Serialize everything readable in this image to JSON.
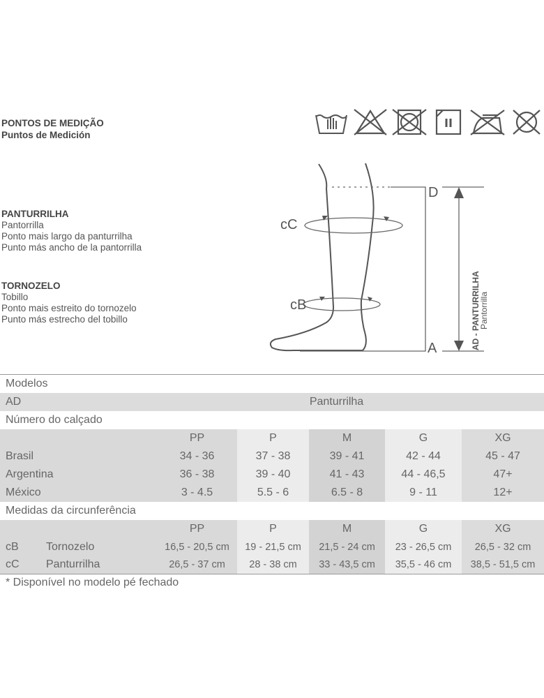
{
  "header": {
    "title": "PONTOS DE MEDIÇÃO",
    "subtitle": "Puntos de Medición"
  },
  "care_icons": [
    "hand-wash-icon",
    "no-bleach-icon",
    "no-tumble-dry-icon",
    "dry-flat-icon",
    "no-iron-icon",
    "no-dry-clean-icon"
  ],
  "points": [
    {
      "title": "PANTURRILHA",
      "es": "Pantorrilla",
      "desc_pt": "Ponto mais largo da panturrilha",
      "desc_es": "Punto más ancho de la pantorrilla"
    },
    {
      "title": "TORNOZELO",
      "es": "Tobillo",
      "desc_pt": "Ponto mais estreito do tornozelo",
      "desc_es": "Punto más estrecho del tobillo"
    }
  ],
  "diagram": {
    "cC": "cC",
    "cB": "cB",
    "D": "D",
    "A": "A",
    "measure_label": "AD - PANTURRILHA",
    "measure_label_es": "Pantorrilla"
  },
  "table": {
    "models_label": "Modelos",
    "model_code": "AD",
    "model_name": "Panturrilha",
    "shoe_label": "Número do calçado",
    "sizes": [
      "PP",
      "P",
      "M",
      "G",
      "XG"
    ],
    "shoe_rows": [
      {
        "label": "Brasil",
        "values": [
          "34 - 36",
          "37 - 38",
          "39 - 41",
          "42 - 44",
          "45 - 47"
        ]
      },
      {
        "label": "Argentina",
        "values": [
          "36 - 38",
          "39 - 40",
          "41 - 43",
          "44 - 46,5",
          "47+"
        ]
      },
      {
        "label": "México",
        "values": [
          "3 - 4.5",
          "5.5 - 6",
          "6.5 - 8",
          "9 - 11",
          "12+"
        ]
      }
    ],
    "circ_label": "Medidas da circunferência",
    "circ_rows": [
      {
        "code": "cB",
        "label": "Tornozelo",
        "values": [
          "16,5 - 20,5 cm",
          "19 - 21,5 cm",
          "21,5 - 24 cm",
          "23 - 26,5 cm",
          "26,5 - 32 cm"
        ]
      },
      {
        "code": "cC",
        "label": "Panturrilha",
        "values": [
          "26,5 - 37 cm",
          "28 - 38 cm",
          "33 - 43,5 cm",
          "35,5 - 46 cm",
          "38,5 - 51,5 cm"
        ]
      }
    ]
  },
  "footnote": "* Disponível no modelo pé fechado"
}
